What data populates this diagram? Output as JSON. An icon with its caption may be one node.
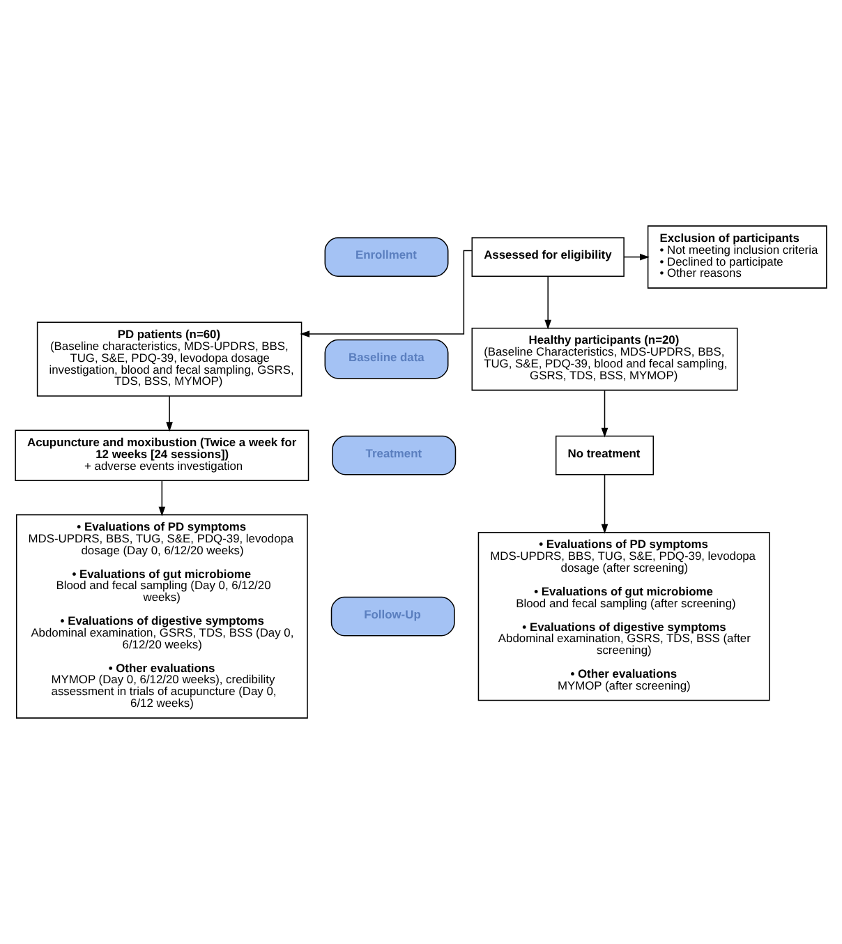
{
  "diagram": {
    "nodes": [
      {
        "text": [
          "Enrollment"
        ]
      },
      {
        "text": [
          "Assessed for eligibility"
        ]
      },
      {
        "text": [
          "Exclusion of participants",
          "• Not meeting inclusion criteria",
          "• Declined to participate",
          "• Other reasons"
        ]
      },
      {
        "text": [
          "Baseline data"
        ]
      },
      {
        "text": [
          "PD patients (n=60)",
          "(Baseline characteristics, MDS-UPDRS, BBS, TUG, S&E, PDQ-39, levodopa dosage investigation, blood and fecal sampling, GSRS, TDS, BSS, MYMOP)"
        ]
      },
      {
        "text": [
          "Healthy participants (n=20)",
          "(Baseline Characteristics, MDS-UPDRS, BBS, TUG, S&E, PDQ-39, blood and fecal sampling, GSRS, TDS, BSS, MYMOP)"
        ]
      },
      {
        "text": [
          "Treatment"
        ]
      },
      {
        "text": [
          "Acupuncture and moxibustion (Twice a week for 12 weeks [24 sessions])",
          "+ adverse events investigation"
        ]
      },
      {
        "text": [
          "No treatment"
        ]
      },
      {
        "text": [
          "Follow-Up"
        ]
      },
      {
        "text": [
          "• Evaluations of PD symptoms",
          "MDS-UPDRS, BBS, TUG, S&E, PDQ-39, levodopa dosage (Day 0, 6/12/20 weeks)",
          "• Evaluations of gut microbiome",
          "Blood and fecal sampling (Day 0, 6/12/20 weeks)",
          "• Evaluations of digestive symptoms",
          "Abdominal examination, GSRS, TDS, BSS (Day 0, 6/12/20 weeks)",
          "• Other evaluations",
          "MYMOP (Day 0, 6/12/20 weeks), credibility assessment in trials of acupuncture (Day 0, 6/12 weeks)"
        ]
      },
      {
        "text": [
          "• Evaluations of PD symptoms",
          "MDS-UPDRS, BBS, TUG, S&E, PDQ-39, levodopa dosage (after screening)",
          "• Evaluations of gut microbiome",
          "Blood and fecal sampling (after screening)",
          "• Evaluations of digestive symptoms",
          "Abdominal examination, GSRS, TDS, BSS (after screening)",
          "• Other evaluations",
          "MYMOP (after screening)"
        ]
      }
    ],
    "edges": [
      {
        "from": 1,
        "to": 2,
        "arrow": "to"
      },
      {
        "from": 1,
        "to": 4,
        "arrow": "to"
      },
      {
        "from": 1,
        "to": 5,
        "arrow": "to"
      },
      {
        "from": 4,
        "to": 7,
        "arrow": "to"
      },
      {
        "from": 5,
        "to": 8,
        "arrow": "to"
      },
      {
        "from": 7,
        "to": 10,
        "arrow": "to"
      },
      {
        "from": 8,
        "to": 11,
        "arrow": "to"
      }
    ]
  }
}
